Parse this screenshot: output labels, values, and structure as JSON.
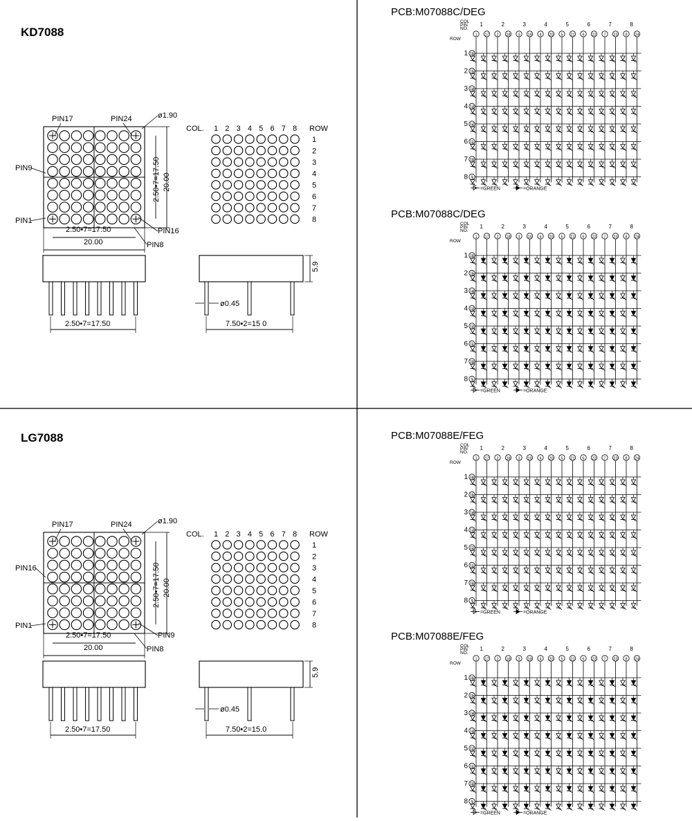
{
  "colors": {
    "ink": "#000000",
    "paper": "#ffffff"
  },
  "panels": [
    {
      "title": "KD7088",
      "pins": {
        "top_left": "PIN17",
        "top_right": "PIN24",
        "left_mid": "PIN9",
        "bottom_left": "PIN1",
        "right": "PIN16",
        "bottom_right": "PIN8"
      },
      "hole": "ø1.90",
      "dim_pitch": "2.50•7=17.50",
      "dim_size": "20.00",
      "dim_height": "5.9",
      "dim_pin": "ø0.45",
      "dim_span": "7.50•2=15 0",
      "col_label": "COL.",
      "row_label": "ROW",
      "col_numbers": [
        "1",
        "2",
        "3",
        "4",
        "5",
        "6",
        "7",
        "8"
      ],
      "row_numbers": [
        "1",
        "2",
        "3",
        "4",
        "5",
        "6",
        "7",
        "8"
      ]
    },
    {
      "title": "LG7088",
      "pins": {
        "top_left": "PIN17",
        "top_right": "PIN24",
        "left_mid": "PIN16",
        "bottom_left": "PIN1",
        "right": "PIN9",
        "bottom_right": "PIN8"
      },
      "hole": "ø1.90",
      "dim_pitch": "2.50•7=17.50",
      "dim_size": "20.00",
      "dim_height": "5.9",
      "dim_pin": "ø0.45",
      "dim_span": "7.50•2=15.0",
      "col_label": "COL.",
      "row_label": "ROW",
      "col_numbers": [
        "1",
        "2",
        "3",
        "4",
        "5",
        "6",
        "7",
        "8"
      ],
      "row_numbers": [
        "1",
        "2",
        "3",
        "4",
        "5",
        "6",
        "7",
        "8"
      ]
    }
  ],
  "schematics": [
    {
      "title": "PCB:M07088C/DEG",
      "header_col": "COL",
      "header_pin": "PIN",
      "header_no": "NO.",
      "header_row": "ROW",
      "col_numbers": [
        "1",
        "2",
        "3",
        "4",
        "5",
        "6",
        "7",
        "8"
      ],
      "col_pins": [
        "1",
        "17",
        "2",
        "18",
        "3",
        "19",
        "4",
        "20",
        "5",
        "21",
        "6",
        "22",
        "7",
        "23",
        "8",
        "24"
      ],
      "row_numbers": [
        "1",
        "2",
        "3",
        "4",
        "5",
        "6",
        "7",
        "8"
      ],
      "row_pins": [
        "16",
        "15",
        "14",
        "13",
        "12",
        "11",
        "10",
        "9"
      ],
      "legend_green": "=GREEN",
      "legend_orange": "=ORANGE"
    },
    {
      "title": "PCB:M07088C/DEG",
      "header_col": "COL",
      "header_pin": "PIN",
      "header_no": "NO.",
      "header_row": "ROW",
      "col_numbers": [
        "1",
        "2",
        "3",
        "4",
        "5",
        "6",
        "7",
        "8"
      ],
      "col_pins": [
        "1",
        "17",
        "2",
        "18",
        "3",
        "19",
        "4",
        "20",
        "5",
        "21",
        "6",
        "22",
        "7",
        "23",
        "8",
        "24"
      ],
      "row_numbers": [
        "1",
        "2",
        "3",
        "4",
        "5",
        "6",
        "7",
        "8"
      ],
      "row_pins": [
        "16",
        "15",
        "14",
        "13",
        "12",
        "11",
        "10",
        "9"
      ],
      "legend_green": "=GREEN",
      "legend_orange": "=ORANGE"
    },
    {
      "title": "PCB:M07088E/FEG",
      "header_col": "COL",
      "header_pin": "PIN",
      "header_no": "NO.",
      "header_row": "ROW",
      "col_numbers": [
        "1",
        "2",
        "3",
        "4",
        "5",
        "6",
        "7",
        "8"
      ],
      "col_pins": [
        "1",
        "17",
        "2",
        "18",
        "3",
        "19",
        "4",
        "20",
        "5",
        "21",
        "6",
        "22",
        "7",
        "23",
        "8",
        "24"
      ],
      "row_numbers": [
        "1",
        "2",
        "3",
        "4",
        "5",
        "6",
        "7",
        "8"
      ],
      "row_pins": [
        "16",
        "15",
        "14",
        "13",
        "12",
        "11",
        "10",
        "9"
      ],
      "legend_green": "=GREEN",
      "legend_orange": "=ORANGE"
    },
    {
      "title": "PCB:M07088E/FEG",
      "header_col": "COL",
      "header_pin": "PIN",
      "header_no": "NO.",
      "header_row": "ROW",
      "col_numbers": [
        "1",
        "2",
        "3",
        "4",
        "5",
        "6",
        "7",
        "8"
      ],
      "col_pins": [
        "1",
        "17",
        "2",
        "18",
        "3",
        "19",
        "4",
        "20",
        "5",
        "21",
        "6",
        "22",
        "7",
        "23",
        "8",
        "24"
      ],
      "row_numbers": [
        "1",
        "2",
        "3",
        "4",
        "5",
        "6",
        "7",
        "8"
      ],
      "row_pins": [
        "16",
        "15",
        "14",
        "13",
        "12",
        "11",
        "10",
        "9"
      ],
      "legend_green": "=GREEN",
      "legend_orange": "=ORANGE"
    }
  ]
}
